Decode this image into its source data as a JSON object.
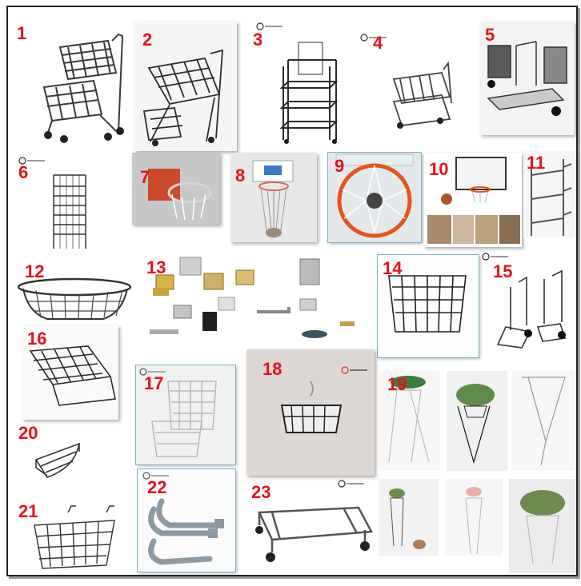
{
  "items": [
    {
      "num": "1",
      "product": "shopping-trolley-two-basket"
    },
    {
      "num": "2",
      "product": "shopping-trolley-single-basket"
    },
    {
      "num": "3",
      "product": "four-tier-display-rack"
    },
    {
      "num": "4",
      "product": "mail-cart"
    },
    {
      "num": "5",
      "product": "folding-hand-truck-carts"
    },
    {
      "num": "6",
      "product": "multi-shelf-rack"
    },
    {
      "num": "7",
      "product": "basketball-hoop-backboard"
    },
    {
      "num": "8",
      "product": "hoop-with-net"
    },
    {
      "num": "9",
      "product": "orange-hoop-rim"
    },
    {
      "num": "10",
      "product": "mini-hoop-set"
    },
    {
      "num": "11",
      "product": "door-hanger-rack"
    },
    {
      "num": "12",
      "product": "oval-wire-basket"
    },
    {
      "num": "13",
      "product": "hardware-brackets-hinges"
    },
    {
      "num": "14",
      "product": "black-wire-basket"
    },
    {
      "num": "15",
      "product": "folding-trolleys"
    },
    {
      "num": "16",
      "product": "black-hanging-basket"
    },
    {
      "num": "17",
      "product": "white-wire-baskets"
    },
    {
      "num": "18",
      "product": "wall-hook-basket"
    },
    {
      "num": "19",
      "product": "plant-stands"
    },
    {
      "num": "20",
      "product": "corner-shelf-basket"
    },
    {
      "num": "21",
      "product": "hanging-wire-basket"
    },
    {
      "num": "22",
      "product": "u-bolts"
    },
    {
      "num": "23",
      "product": "wheeled-dolly-frame"
    }
  ],
  "colors": {
    "number": "#e3131b",
    "wire": "#3a3a3a",
    "rim": "#e2561c",
    "border": "#222222"
  }
}
